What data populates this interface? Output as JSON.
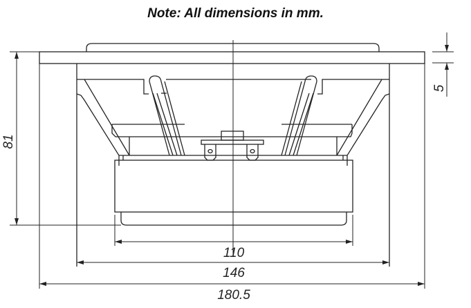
{
  "title": "Note:  All dimensions in mm.",
  "dimensions": {
    "magnet_width": "110",
    "basket_width": "146",
    "overall_width": "180.5",
    "depth": "81",
    "flange_thickness": "5"
  },
  "line_color": "#222222"
}
